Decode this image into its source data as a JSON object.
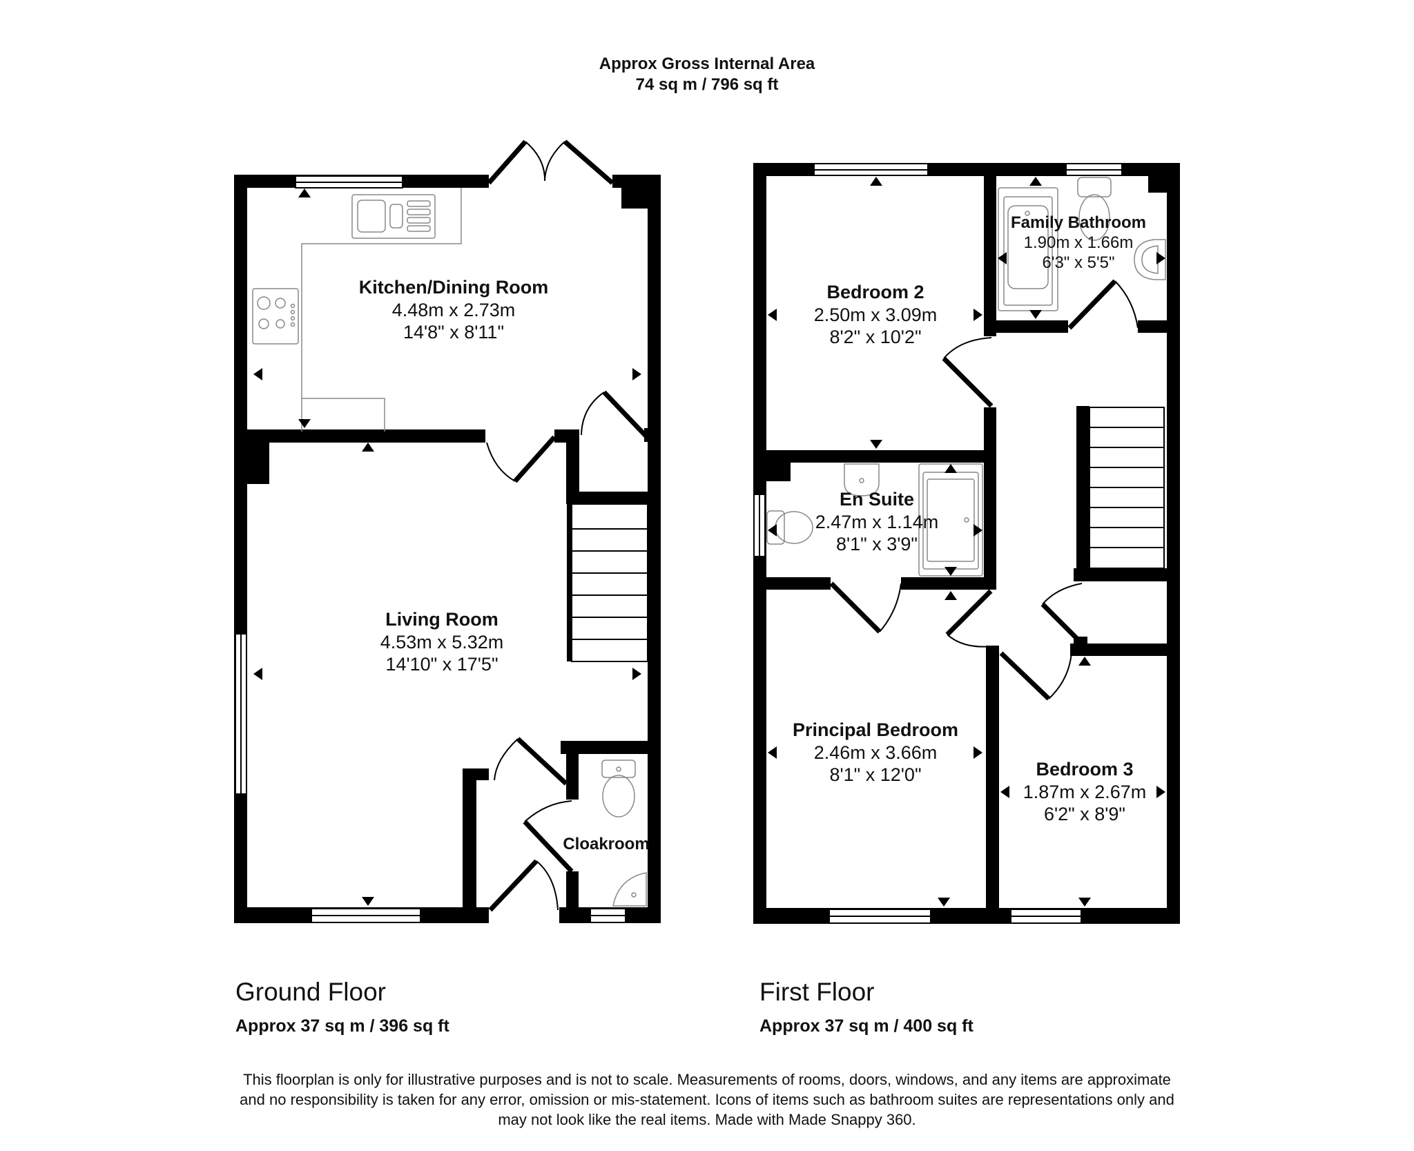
{
  "header": {
    "line1": "Approx Gross Internal Area",
    "line2": "74 sq m / 796 sq ft"
  },
  "floors": [
    {
      "name": "Ground Floor",
      "area": "Approx 37 sq m / 396 sq ft",
      "rooms": [
        {
          "name": "Kitchen/Dining Room",
          "metric": "4.48m x 2.73m",
          "imperial": "14'8\" x 8'11\""
        },
        {
          "name": "Living Room",
          "metric": "4.53m x 5.32m",
          "imperial": "14'10\" x 17'5\""
        },
        {
          "name": "Cloakroom"
        }
      ]
    },
    {
      "name": "First Floor",
      "area": "Approx 37 sq m / 400 sq ft",
      "rooms": [
        {
          "name": "Bedroom 2",
          "metric": "2.50m x 3.09m",
          "imperial": "8'2\" x 10'2\""
        },
        {
          "name": "Family Bathroom",
          "metric": "1.90m x 1.66m",
          "imperial": "6'3\" x 5'5\""
        },
        {
          "name": "En Suite",
          "metric": "2.47m x 1.14m",
          "imperial": "8'1\" x 3'9\""
        },
        {
          "name": "Principal Bedroom",
          "metric": "2.46m x 3.66m",
          "imperial": "8'1\" x 12'0\""
        },
        {
          "name": "Bedroom 3",
          "metric": "1.87m x 2.67m",
          "imperial": "6'2\" x 8'9\""
        }
      ]
    }
  ],
  "disclaimer": {
    "line1": "This floorplan is only for illustrative purposes and is not to scale. Measurements of rooms, doors, windows, and any items are approximate",
    "line2": "and no responsibility is taken for any error, omission or mis-statement. Icons of items such as bathroom suites are representations only and",
    "line3": "may not look like the real items. Made with Made Snappy 360."
  },
  "colors": {
    "wall": "#000000",
    "background": "#ffffff",
    "fixture": "#888888"
  }
}
